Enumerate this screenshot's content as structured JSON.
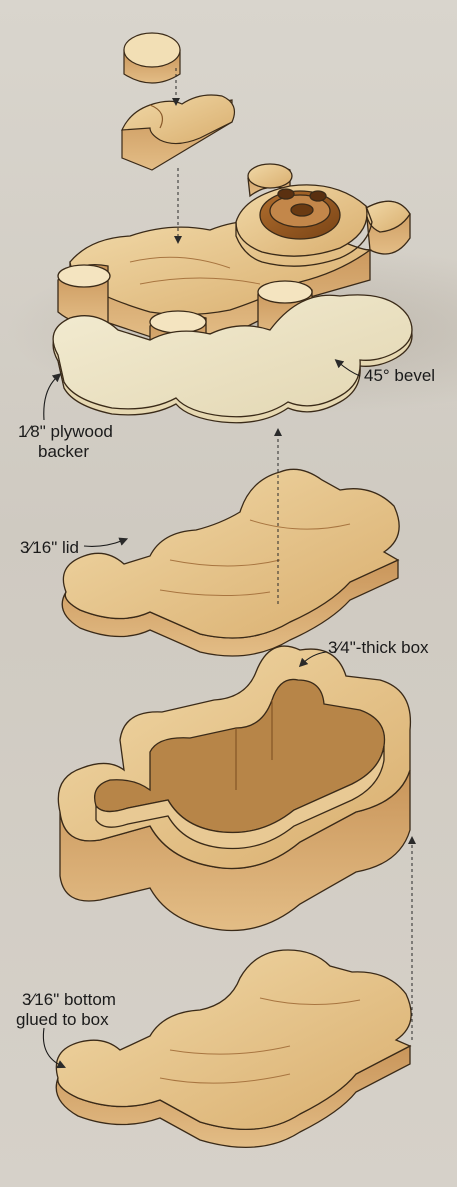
{
  "labels": {
    "bevel": "45° bevel",
    "plywood_backer_line1": "1⁄8\" plywood",
    "plywood_backer_line2": "backer",
    "lid": "3⁄16\" lid",
    "box": "3⁄4\"-thick box",
    "bottom_line1": "3⁄16\" bottom",
    "bottom_line2": "glued to box"
  },
  "colors": {
    "wood_light": "#ecd4a0",
    "wood_mid": "#d9b074",
    "wood_dark": "#b8843f",
    "backer": "#efe6c9",
    "outline": "#3a2a18"
  }
}
